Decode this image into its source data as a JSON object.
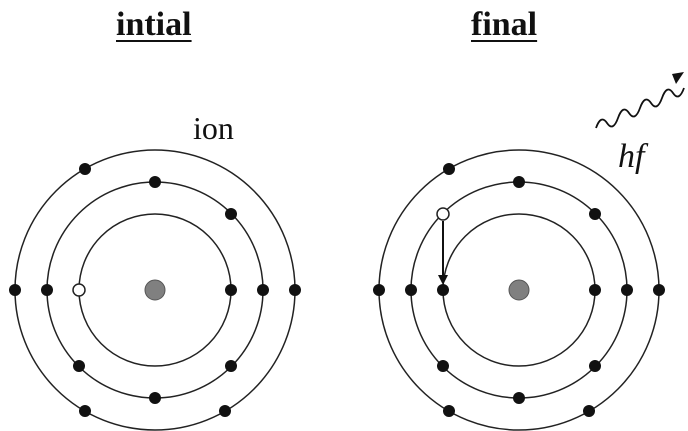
{
  "titles": {
    "initial": "intial",
    "final": "final"
  },
  "labels": {
    "ion": "ion",
    "photon": "hf"
  },
  "colors": {
    "line": "#222222",
    "electron": "#111111",
    "vacancy": "#ffffff",
    "nucleus": "#808080"
  }
}
